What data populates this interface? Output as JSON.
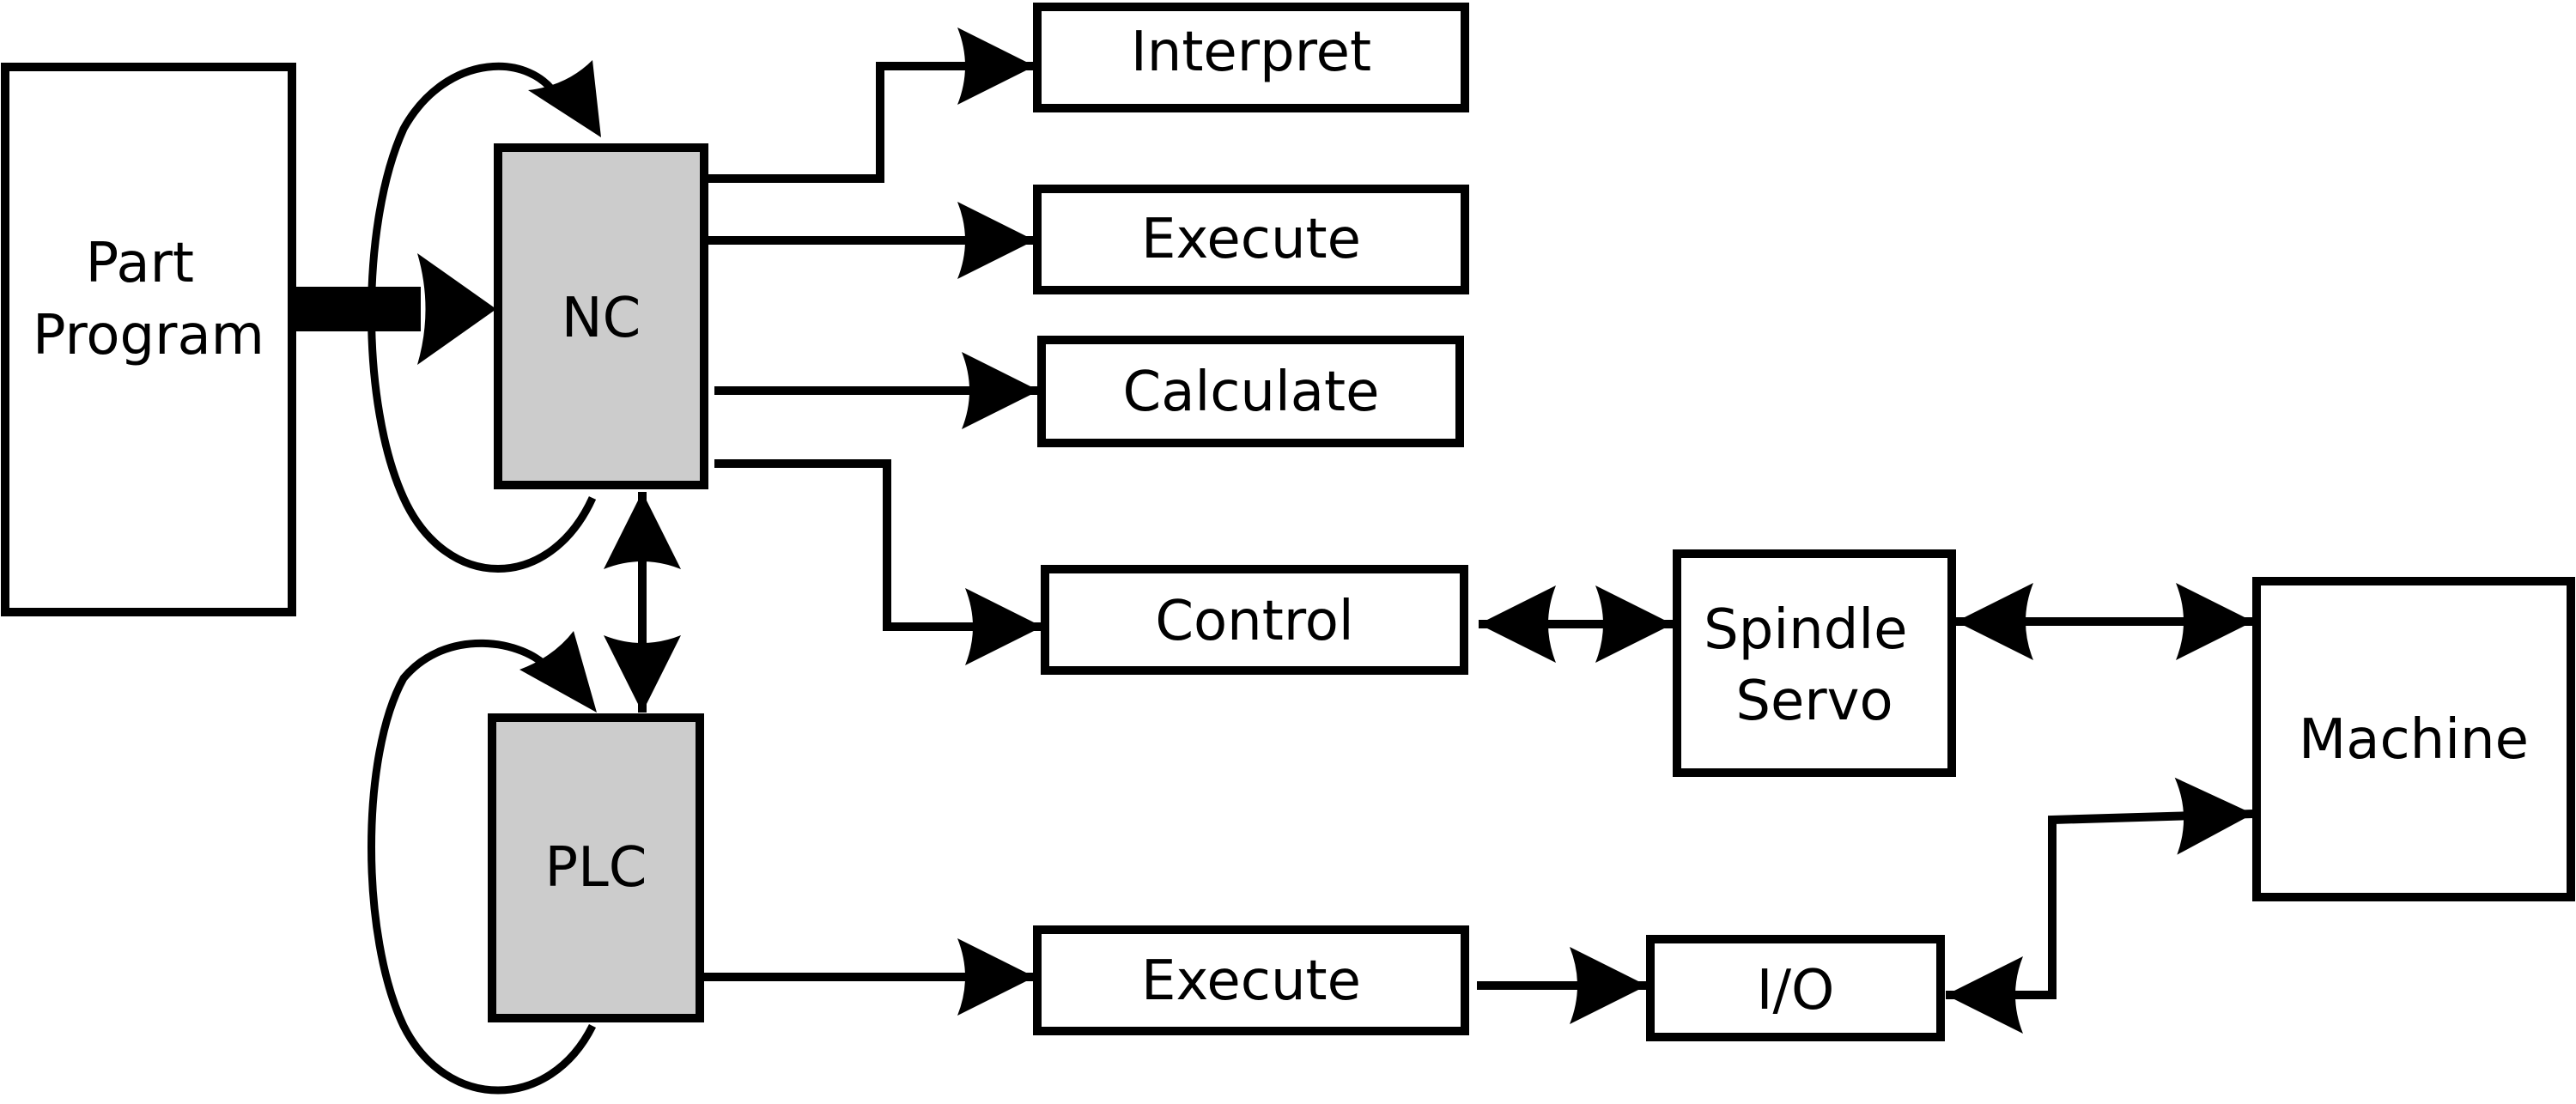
{
  "diagram": {
    "nodes": {
      "part_program": [
        "Part",
        "Program"
      ],
      "nc": "NC",
      "plc": "PLC",
      "interpret": "Interpret",
      "execute_nc": "Execute",
      "calculate": "Calculate",
      "control": "Control",
      "spindle_servo": [
        "Spindle",
        "Servo"
      ],
      "machine": "Machine",
      "execute_plc": "Execute",
      "io": "I/O"
    }
  }
}
